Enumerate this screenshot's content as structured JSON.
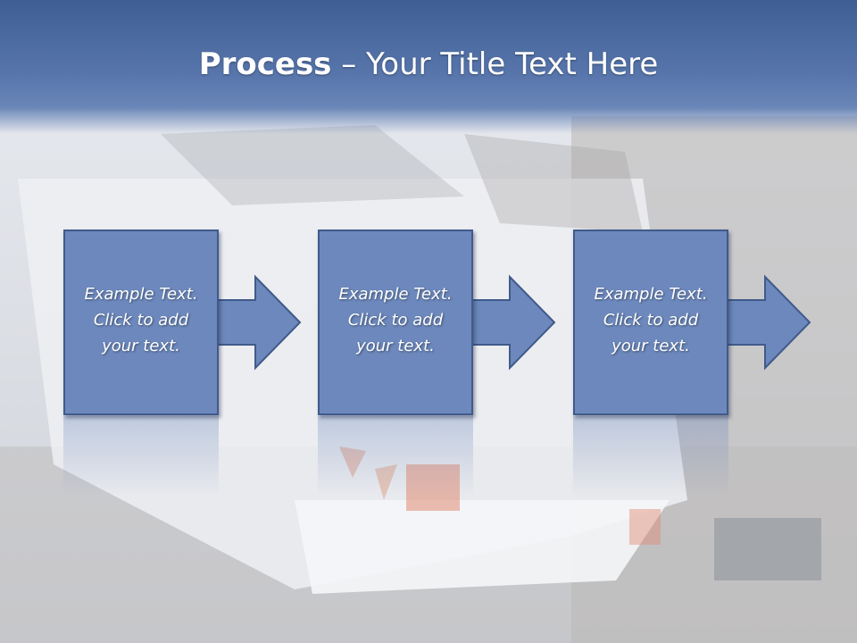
{
  "title": {
    "bold": "Process",
    "rest": " – Your Title Text Here"
  },
  "steps": [
    {
      "line1": "Example Text.",
      "line2": "Click  to add",
      "line3": "your text."
    },
    {
      "line1": "Example Text.",
      "line2": "Click  to add",
      "line3": "your text."
    },
    {
      "line1": "Example Text.",
      "line2": "Click  to add",
      "line3": "your text."
    }
  ],
  "colors": {
    "banner": "#4a69a0",
    "box": "#6c88bc",
    "box_border": "#405a8a"
  },
  "background_image": "skip-container-photo"
}
